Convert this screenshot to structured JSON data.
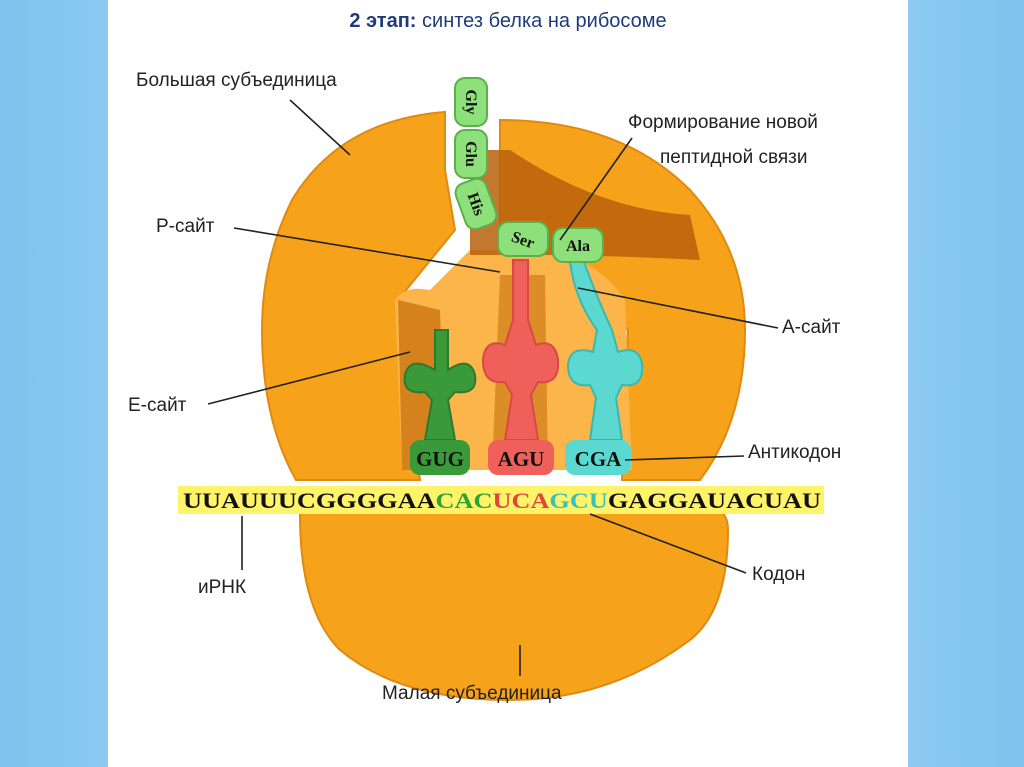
{
  "title": {
    "bold": "2 этап:",
    "rest": "синтез белка на рибосоме"
  },
  "labels": {
    "large_subunit": "Большая субъединица",
    "peptide_bond_line1": "Формирование новой",
    "peptide_bond_line2": "пептидной связи",
    "p_site": "Р-сайт",
    "a_site": "А-сайт",
    "e_site": "Е-сайт",
    "anticodon": "Антикодон",
    "mrna": "иРНК",
    "codon": "Кодон",
    "small_subunit": "Малая субъединица"
  },
  "peptide": [
    "Gly",
    "Glu",
    "His",
    "Ser",
    "Ala"
  ],
  "anticodons": [
    "GUG",
    "AGU",
    "CGA"
  ],
  "mrna_sequence": {
    "prefix": "UUAUUUCGGGGAA",
    "codons": [
      "CAC",
      "UCA",
      "GCU"
    ],
    "suffix": "GAGGAUACUAU"
  },
  "colors": {
    "ribosome": "#f7a21b",
    "ribosome_dark": "#d97e0c",
    "trna_e": "#3a9a3a",
    "trna_p": "#f0605a",
    "trna_a": "#5bd8d0",
    "mrna_highlight": "#fff36a",
    "amino_acid": "#8ee07a",
    "title": "#1f3a7a"
  }
}
